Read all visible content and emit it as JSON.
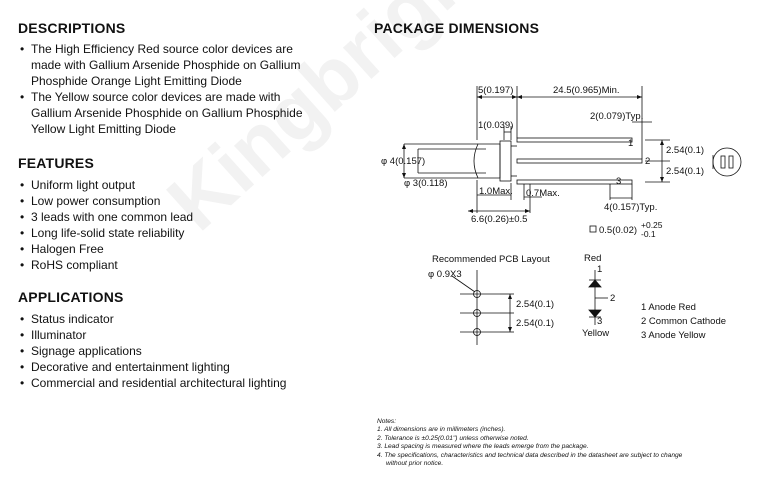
{
  "watermark": "Kingbright",
  "descriptions": {
    "title": "DESCRIPTIONS",
    "items": [
      "The High Efficiency Red source color devices are made with Gallium Arsenide Phosphide on Gallium Phosphide Orange Light Emitting Diode",
      "The Yellow source color devices are made with Gallium Arsenide Phosphide on Gallium Phosphide Yellow Light Emitting Diode"
    ]
  },
  "features": {
    "title": "FEATURES",
    "items": [
      "Uniform light output",
      "Low power consumption",
      "3 leads with one common lead",
      "Long life-solid state reliability",
      "Halogen Free",
      "RoHS compliant"
    ]
  },
  "applications": {
    "title": "APPLICATIONS",
    "items": [
      "Status indicator",
      "Illuminator",
      "Signage applications",
      "Decorative and entertainment lighting",
      "Commercial and residential architectural lighting"
    ]
  },
  "package": {
    "title": "PACKAGE DIMENSIONS",
    "dims": {
      "d_5": "5(0.197)",
      "d_245": "24.5(0.965)Min.",
      "d_2": "2(0.079)Typ.",
      "d_1": "1(0.039)",
      "d_phi4": "φ 4(0.157)",
      "d_phi3": "φ 3(0.118)",
      "d_1max": "1.0Max.",
      "d_07max": "0.7Max.",
      "d_254a": "2.54(0.1)",
      "d_254b": "2.54(0.1)",
      "d_4typ": "4(0.157)Typ.",
      "d_66": "6.6(0.26)±0.5",
      "d_05": "0.5(0.02)",
      "d_tol_plus": "+0.25",
      "d_tol_minus": "-0.1",
      "pin1": "1",
      "pin2": "2",
      "pin3": "3"
    },
    "pcb": {
      "title": "Recommended PCB Layout",
      "hole": "φ 0.9X3",
      "pitch1": "2.54(0.1)",
      "pitch2": "2.54(0.1)"
    },
    "circuit": {
      "red": "Red",
      "yellow": "Yellow",
      "p1": "1",
      "p2": "2",
      "p3": "3"
    },
    "pins": [
      "1 Anode Red",
      "2 Common Cathode",
      "3 Anode Yellow"
    ]
  },
  "notes": {
    "title": "Notes:",
    "items": [
      "1. All dimensions are in millimeters (inches).",
      "2. Tolerance is ±0.25(0.01\") unless otherwise noted.",
      "3. Lead spacing is measured where the leads emerge from the package.",
      "4. The specifications, characteristics and technical data described in the datasheet are subject to change",
      "without prior notice."
    ]
  }
}
